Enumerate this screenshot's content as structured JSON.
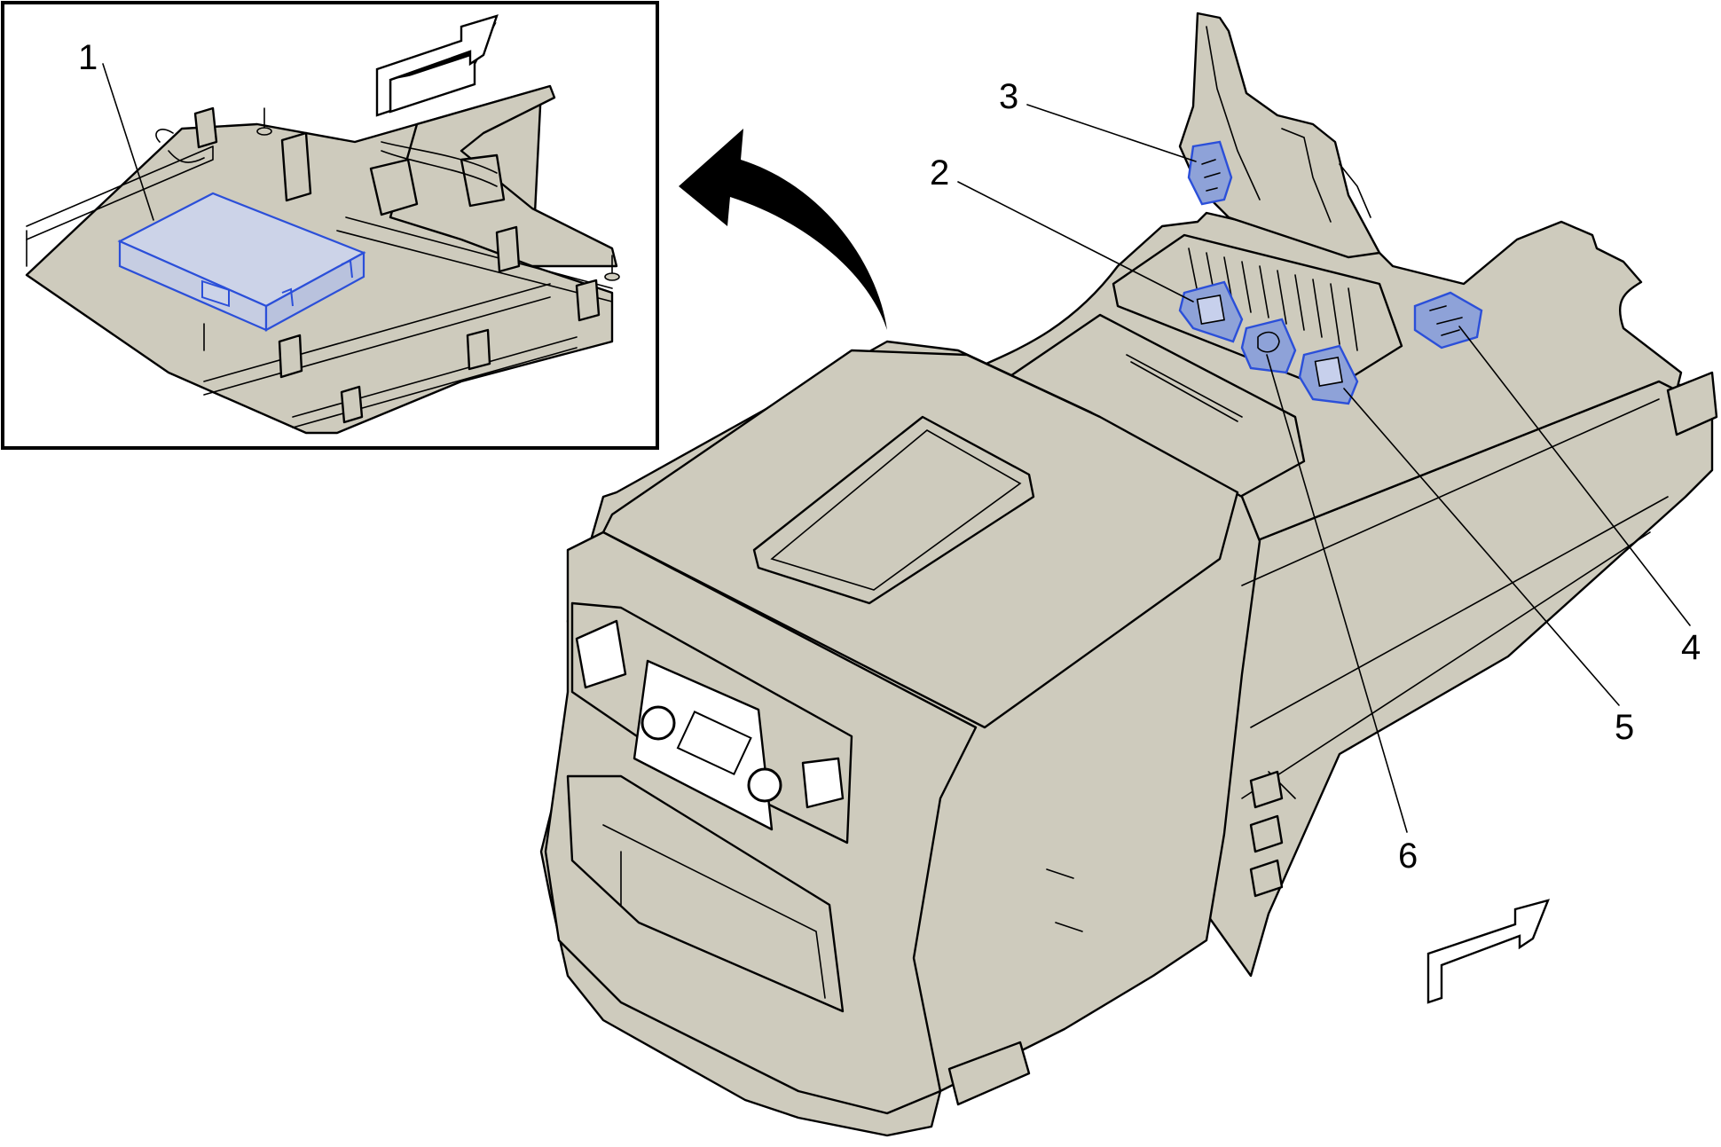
{
  "callouts": [
    {
      "id": "1",
      "label": "1"
    },
    {
      "id": "2",
      "label": "2"
    },
    {
      "id": "3",
      "label": "3"
    },
    {
      "id": "4",
      "label": "4"
    },
    {
      "id": "5",
      "label": "5"
    },
    {
      "id": "6",
      "label": "6"
    }
  ],
  "colors": {
    "part_fill": "#cecbbd",
    "highlight_fill": "#8ea2d8",
    "highlight_stroke": "#2b4fd9",
    "line": "#000000",
    "background": "#ffffff"
  },
  "icons": [
    "forward-arrow-icon",
    "curved-arrow-icon"
  ]
}
